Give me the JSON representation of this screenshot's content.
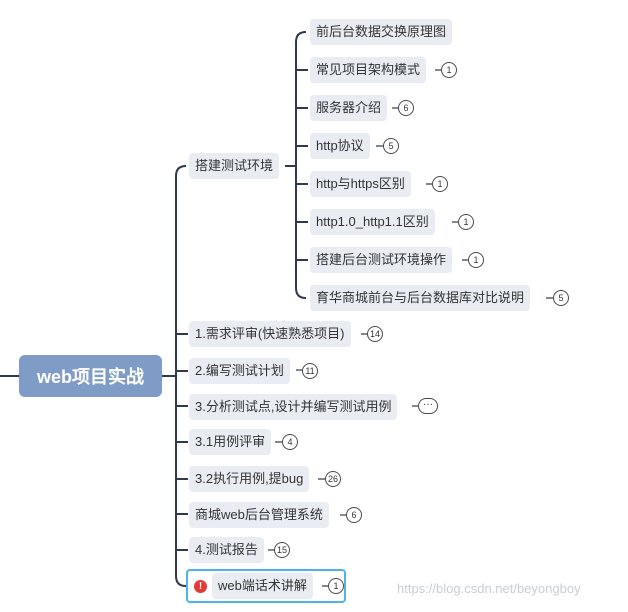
{
  "root": {
    "label": "web项目实战"
  },
  "topics": [
    {
      "label": "搭建测试环境",
      "badge": ""
    },
    {
      "label": "1.需求评审(快速熟悉项目)",
      "badge": "14"
    },
    {
      "label": "2.编写测试计划",
      "badge": "11"
    },
    {
      "label": "3.分析测试点,设计并编写测试用例",
      "badge": "···"
    },
    {
      "label": "3.1用例评审",
      "badge": "4"
    },
    {
      "label": "3.2执行用例,提bug",
      "badge": "26"
    },
    {
      "label": "商城web后台管理系统",
      "badge": "6"
    },
    {
      "label": "4.测试报告",
      "badge": "15"
    },
    {
      "label": "web端话术讲解",
      "badge": "1"
    }
  ],
  "subtopics": [
    {
      "label": "前后台数据交换原理图",
      "badge": ""
    },
    {
      "label": "常见项目架构模式",
      "badge": "1"
    },
    {
      "label": "服务器介绍",
      "badge": "6"
    },
    {
      "label": "http协议",
      "badge": "5"
    },
    {
      "label": "http与https区别",
      "badge": "1"
    },
    {
      "label": "http1.0_http1.1区别",
      "badge": "1"
    },
    {
      "label": "搭建后台测试环境操作",
      "badge": "1"
    },
    {
      "label": "育华商城前台与后台数据库对比说明",
      "badge": "5"
    }
  ],
  "warning_icon": "!",
  "watermark": "https://blog.csdn.net/beyongboy",
  "colors": {
    "root": "#7f9cc6",
    "node": "#e9edf3",
    "line": "#2f3a4a",
    "selection": "#4db4e8",
    "warning": "#e53935"
  }
}
